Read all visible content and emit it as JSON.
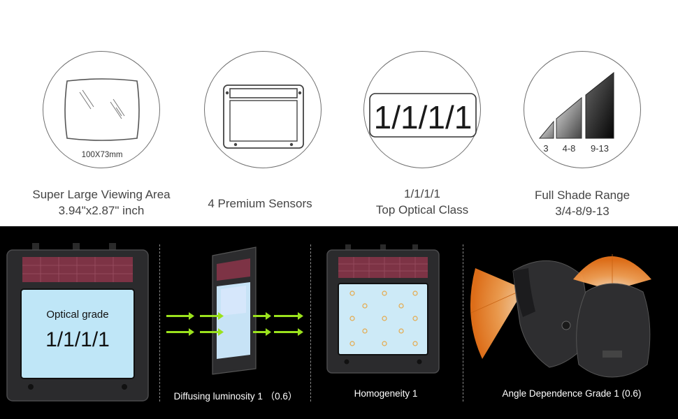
{
  "features": [
    {
      "icon_text": "100X73mm",
      "label_line1": "Super Large Viewing Area",
      "label_line2": "3.94\"x2.87\" inch"
    },
    {
      "label_line1": "4 Premium Sensors"
    },
    {
      "icon_text": "1/1/1/1",
      "label_line1": "1/1/1/1",
      "label_line2": "Top Optical Class"
    },
    {
      "icon_tick1": "3",
      "icon_tick2": "4-8",
      "icon_tick3": "9-13",
      "label_line1": "Full Shade Range",
      "label_line2": "3/4-8/9-13"
    }
  ],
  "panels": [
    {
      "screen_line1": "Optical grade",
      "screen_line2": "1/1/1/1"
    },
    {
      "caption": "Diffusing luminosity 1 （0.6）"
    },
    {
      "caption": "Homogeneity 1"
    },
    {
      "caption": "Angle Dependence Grade 1 (0.6)"
    }
  ],
  "colors": {
    "arrow": "#9be21d",
    "solar": "#7d3345",
    "screen": "#bfe6f7",
    "arc": "#f07a1e"
  }
}
